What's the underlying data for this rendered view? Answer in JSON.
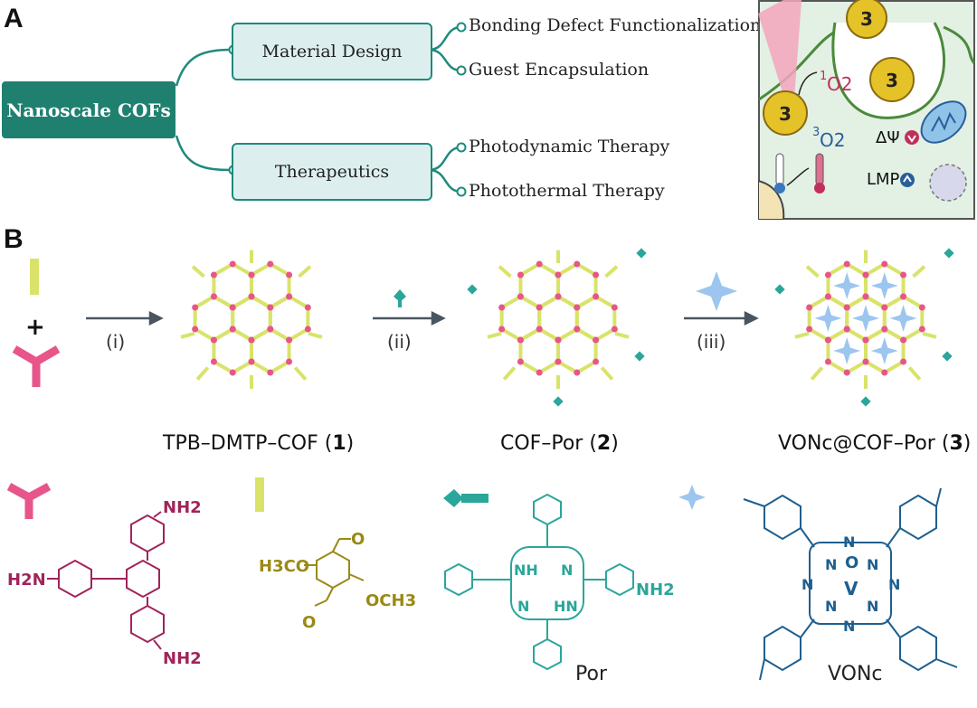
{
  "panel_a": {
    "letter": "A",
    "root": "Nanoscale COFs",
    "branches": [
      {
        "label": "Material Design",
        "leaves": [
          "Bonding Defect Functionalization",
          "Guest Encapsulation"
        ]
      },
      {
        "label": "Therapeutics",
        "leaves": [
          "Photodynamic Therapy",
          "Photothermal Therapy"
        ]
      }
    ],
    "inset": {
      "particle_label": "3",
      "singlet_oxygen_sup": "1",
      "singlet_oxygen": "O2",
      "triplet_oxygen_sup": "3",
      "triplet_oxygen": "O2",
      "delta_psi": "ΔΨ",
      "lmp": "LMP"
    }
  },
  "panel_b": {
    "letter": "B",
    "plus": "+",
    "steps": [
      "(i)",
      "(ii)",
      "(iii)"
    ],
    "products": [
      {
        "name": "TPB–DMTP–COF (",
        "num": "1",
        "close": ")"
      },
      {
        "name": "COF–Por (",
        "num": "2",
        "close": ")"
      },
      {
        "name": "VONc@COF–Por (",
        "num": "3",
        "close": ")"
      }
    ],
    "molecules": {
      "tpb_nh2": "NH2",
      "tpb_h2n": "H2N",
      "dmtp_h3co": "H3CO",
      "dmtp_och3": "OCH3",
      "dmtp_o": "O",
      "por_nh": "NH",
      "por_n": "N",
      "por_hn": "HN",
      "por_nh2": "NH2",
      "por_label": "Por",
      "vonc_n": "N",
      "vonc_o": "O",
      "vonc_v": "V",
      "vonc_label": "VONc"
    }
  },
  "colors": {
    "teal": "#1f8070",
    "pink": "#e8558a",
    "yellow": "#d9e36a",
    "star": "#9cc6ef",
    "tpb": "#a0245a",
    "dmtp": "#9a8a14",
    "por": "#2aa69a",
    "vonc": "#1f5f8f"
  }
}
